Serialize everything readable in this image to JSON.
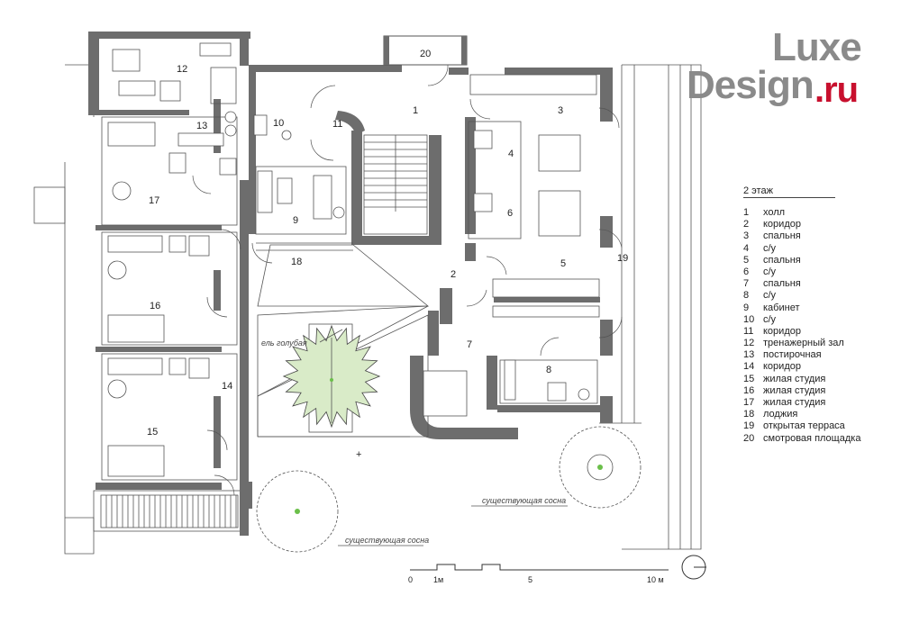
{
  "logo": {
    "line1": "Luxe",
    "line2": "Design",
    "line3": ".ru",
    "accent_color": "#c8102e",
    "gray_color": "#8a8a8a"
  },
  "legend": {
    "title": "2  этаж",
    "items": [
      {
        "num": "1",
        "label": "холл"
      },
      {
        "num": "2",
        "label": "коридор"
      },
      {
        "num": "3",
        "label": "спальня"
      },
      {
        "num": "4",
        "label": "с/у"
      },
      {
        "num": "5",
        "label": "спальня"
      },
      {
        "num": "6",
        "label": "с/у"
      },
      {
        "num": "7",
        "label": "спальня"
      },
      {
        "num": "8",
        "label": "с/у"
      },
      {
        "num": "9",
        "label": "кабинет"
      },
      {
        "num": "10",
        "label": "с/у"
      },
      {
        "num": "11",
        "label": "коридор"
      },
      {
        "num": "12",
        "label": "тренажерный зал"
      },
      {
        "num": "13",
        "label": "постирочная"
      },
      {
        "num": "14",
        "label": "коридор"
      },
      {
        "num": "15",
        "label": "жилая студия"
      },
      {
        "num": "16",
        "label": "жилая студия"
      },
      {
        "num": "17",
        "label": "жилая студия"
      },
      {
        "num": "18",
        "label": "лоджия"
      },
      {
        "num": "19",
        "label": "открытая терраса"
      },
      {
        "num": "20",
        "label": "смотровая площадка"
      }
    ]
  },
  "plan_labels": {
    "n1": "1",
    "n2": "2",
    "n3": "3",
    "n4": "4",
    "n5": "5",
    "n6": "6",
    "n7": "7",
    "n8": "8",
    "n9": "9",
    "n10": "10",
    "n11": "11",
    "n12": "12",
    "n13": "13",
    "n14": "14",
    "n15": "15",
    "n16": "16",
    "n17": "17",
    "n18": "18",
    "n19": "19",
    "n20": "20"
  },
  "annotations": {
    "spruce": "ель голубая",
    "pine_right": "существующая сосна",
    "pine_left": "существующая сосна"
  },
  "scale": {
    "s0": "0",
    "s1": "1м",
    "s5": "5",
    "s10": "10 м"
  },
  "colors": {
    "wall": "#6d6d6d",
    "tree_fill": "#d9ebc8",
    "tree_center": "#6bbf4a"
  }
}
